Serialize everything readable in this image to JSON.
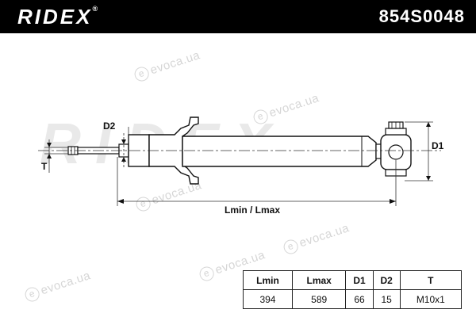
{
  "header": {
    "brand": "RIDEX",
    "brand_mark": "®",
    "part_number": "854S0048"
  },
  "watermarks": [
    "evoca.ua",
    "evoca.ua",
    "evoca.ua",
    "evoca.ua",
    "evoca.ua",
    "evoca.ua"
  ],
  "diagram": {
    "label_d2": "D2",
    "label_t": "T",
    "label_d1": "D1",
    "label_length": "Lmin / Lmax",
    "watermark_text": "RIDEX"
  },
  "specs": {
    "headers": [
      "Lmin",
      "Lmax",
      "D1",
      "D2",
      "T"
    ],
    "values": [
      "394",
      "589",
      "66",
      "15",
      "M10x1"
    ]
  }
}
